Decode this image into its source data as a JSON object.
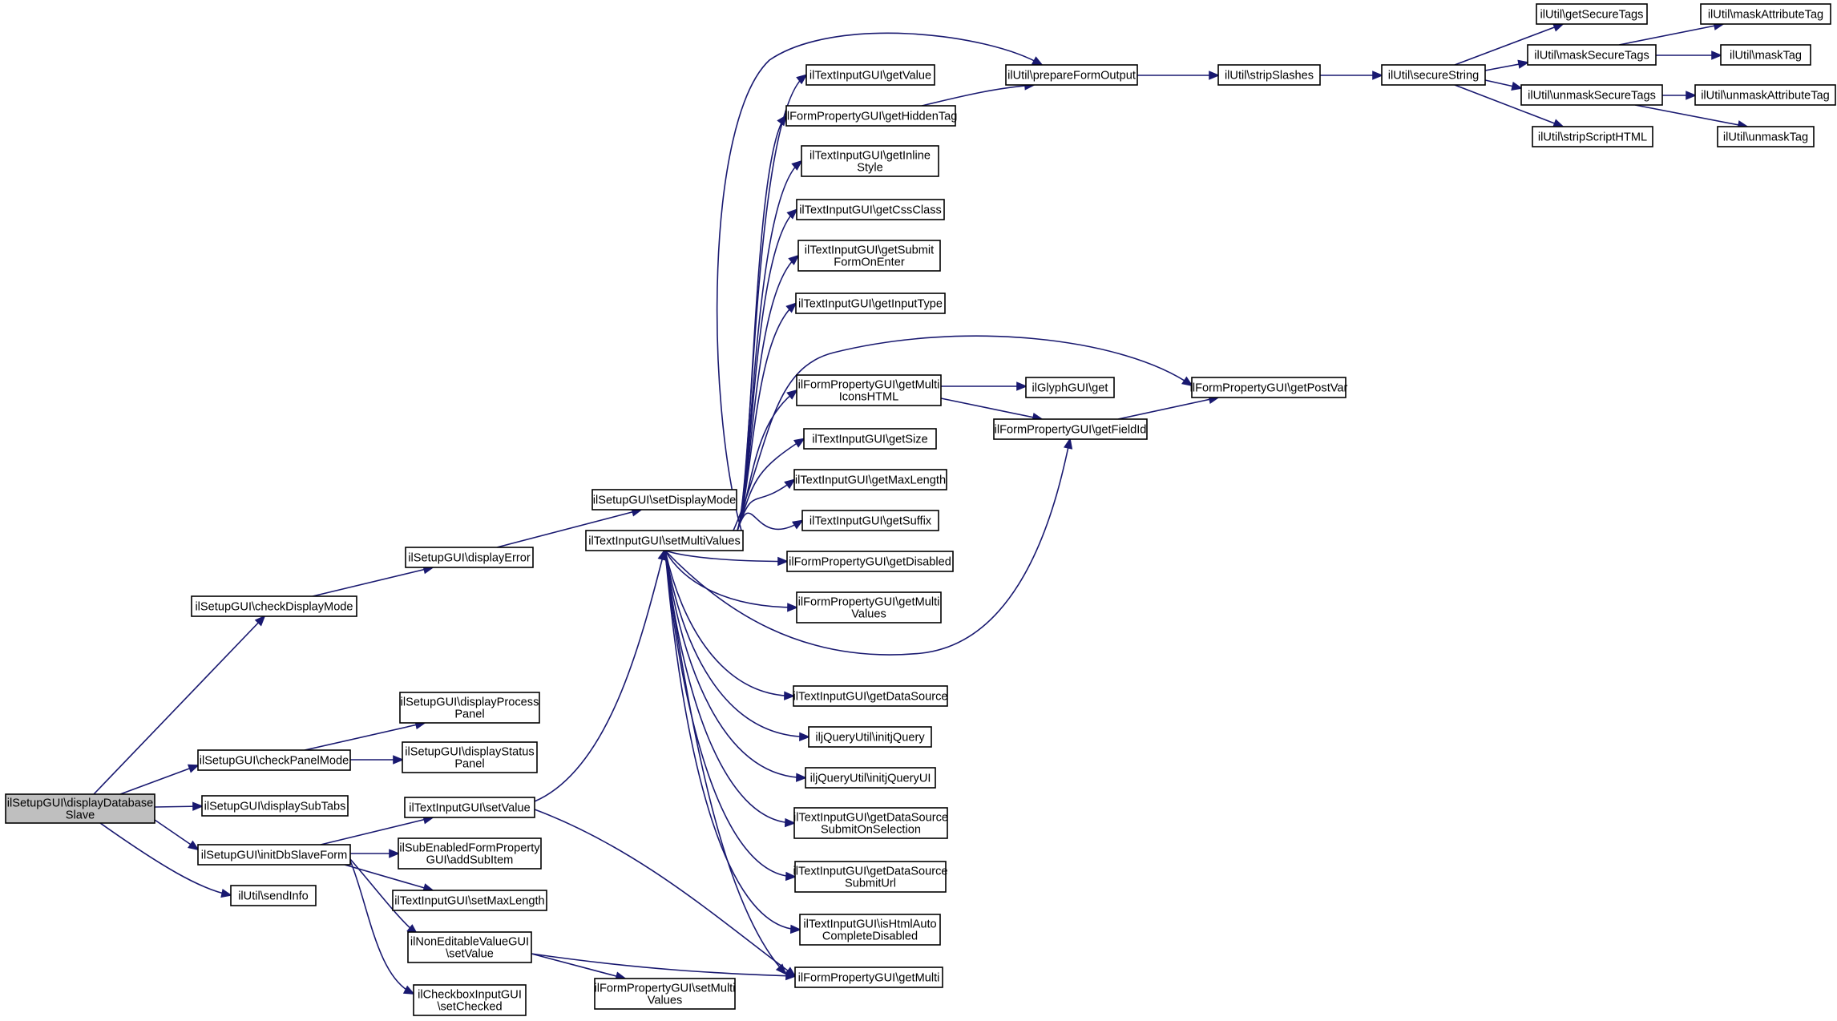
{
  "nodes": [
    {
      "id": "root",
      "lines": [
        "ilSetupGUI\\displayDatabase",
        "Slave"
      ],
      "root": true
    },
    {
      "id": "checkDisplayMode",
      "lines": [
        "ilSetupGUI\\checkDisplayMode"
      ]
    },
    {
      "id": "checkPanelMode",
      "lines": [
        "ilSetupGUI\\checkPanelMode"
      ]
    },
    {
      "id": "displaySubTabs",
      "lines": [
        "ilSetupGUI\\displaySubTabs"
      ]
    },
    {
      "id": "initDbSlaveForm",
      "lines": [
        "ilSetupGUI\\initDbSlaveForm"
      ]
    },
    {
      "id": "sendInfo",
      "lines": [
        "ilUtil\\sendInfo"
      ]
    },
    {
      "id": "displayError",
      "lines": [
        "ilSetupGUI\\displayError"
      ]
    },
    {
      "id": "displayProcessPanel",
      "lines": [
        "ilSetupGUI\\displayProcess",
        "Panel"
      ]
    },
    {
      "id": "displayStatusPanel",
      "lines": [
        "ilSetupGUI\\displayStatus",
        "Panel"
      ]
    },
    {
      "id": "textSetValue",
      "lines": [
        "ilTextInputGUI\\setValue"
      ]
    },
    {
      "id": "addSubItem",
      "lines": [
        "ilSubEnabledFormProperty",
        "GUI\\addSubItem"
      ]
    },
    {
      "id": "setMaxLength",
      "lines": [
        "ilTextInputGUI\\setMaxLength"
      ]
    },
    {
      "id": "nonEditSetValue",
      "lines": [
        "ilNonEditableValueGUI",
        "\\setValue"
      ]
    },
    {
      "id": "setChecked",
      "lines": [
        "ilCheckboxInputGUI",
        "\\setChecked"
      ]
    },
    {
      "id": "setDisplayMode",
      "lines": [
        "ilSetupGUI\\setDisplayMode"
      ]
    },
    {
      "id": "setMultiValues",
      "lines": [
        "ilTextInputGUI\\setMultiValues"
      ]
    },
    {
      "id": "fpSetMultiValues",
      "lines": [
        "ilFormPropertyGUI\\setMulti",
        "Values"
      ]
    },
    {
      "id": "getValue",
      "lines": [
        "ilTextInputGUI\\getValue"
      ]
    },
    {
      "id": "getHiddenTag",
      "lines": [
        "ilFormPropertyGUI\\getHiddenTag"
      ]
    },
    {
      "id": "getInlineStyle",
      "lines": [
        "ilTextInputGUI\\getInline",
        "Style"
      ]
    },
    {
      "id": "getCssClass",
      "lines": [
        "ilTextInputGUI\\getCssClass"
      ]
    },
    {
      "id": "getSubmitFormOnEnter",
      "lines": [
        "ilTextInputGUI\\getSubmit",
        "FormOnEnter"
      ]
    },
    {
      "id": "getInputType",
      "lines": [
        "ilTextInputGUI\\getInputType"
      ]
    },
    {
      "id": "getMultiIconsHTML",
      "lines": [
        "ilFormPropertyGUI\\getMulti",
        "IconsHTML"
      ]
    },
    {
      "id": "getSize",
      "lines": [
        "ilTextInputGUI\\getSize"
      ]
    },
    {
      "id": "getMaxLength",
      "lines": [
        "ilTextInputGUI\\getMaxLength"
      ]
    },
    {
      "id": "getSuffix",
      "lines": [
        "ilTextInputGUI\\getSuffix"
      ]
    },
    {
      "id": "getDisabled",
      "lines": [
        "ilFormPropertyGUI\\getDisabled"
      ]
    },
    {
      "id": "getMultiValues",
      "lines": [
        "ilFormPropertyGUI\\getMulti",
        "Values"
      ]
    },
    {
      "id": "getDataSource",
      "lines": [
        "ilTextInputGUI\\getDataSource"
      ]
    },
    {
      "id": "initjQuery",
      "lines": [
        "iljQueryUtil\\initjQuery"
      ]
    },
    {
      "id": "initjQueryUI",
      "lines": [
        "iljQueryUtil\\initjQueryUI"
      ]
    },
    {
      "id": "getDataSourceSubmitOnSelection",
      "lines": [
        "ilTextInputGUI\\getDataSource",
        "SubmitOnSelection"
      ]
    },
    {
      "id": "getDataSourceSubmitUrl",
      "lines": [
        "ilTextInputGUI\\getDataSource",
        "SubmitUrl"
      ]
    },
    {
      "id": "isHtmlAutoCompleteDisabled",
      "lines": [
        "ilTextInputGUI\\isHtmlAuto",
        "CompleteDisabled"
      ]
    },
    {
      "id": "getMulti",
      "lines": [
        "ilFormPropertyGUI\\getMulti"
      ]
    },
    {
      "id": "prepareFormOutput",
      "lines": [
        "ilUtil\\prepareFormOutput"
      ]
    },
    {
      "id": "glyphGet",
      "lines": [
        "ilGlyphGUI\\get"
      ]
    },
    {
      "id": "getFieldId",
      "lines": [
        "ilFormPropertyGUI\\getFieldId"
      ]
    },
    {
      "id": "getPostVar",
      "lines": [
        "ilFormPropertyGUI\\getPostVar"
      ]
    },
    {
      "id": "stripSlashes",
      "lines": [
        "ilUtil\\stripSlashes"
      ]
    },
    {
      "id": "secureString",
      "lines": [
        "ilUtil\\secureString"
      ]
    },
    {
      "id": "getSecureTags",
      "lines": [
        "ilUtil\\getSecureTags"
      ]
    },
    {
      "id": "maskSecureTags",
      "lines": [
        "ilUtil\\maskSecureTags"
      ]
    },
    {
      "id": "unmaskSecureTags",
      "lines": [
        "ilUtil\\unmaskSecureTags"
      ]
    },
    {
      "id": "stripScriptHTML",
      "lines": [
        "ilUtil\\stripScriptHTML"
      ]
    },
    {
      "id": "maskAttributeTag",
      "lines": [
        "ilUtil\\maskAttributeTag"
      ]
    },
    {
      "id": "maskTag",
      "lines": [
        "ilUtil\\maskTag"
      ]
    },
    {
      "id": "unmaskAttributeTag",
      "lines": [
        "ilUtil\\unmaskAttributeTag"
      ]
    },
    {
      "id": "unmaskTag",
      "lines": [
        "ilUtil\\unmaskTag"
      ]
    }
  ],
  "edges": [
    [
      "root",
      "checkDisplayMode"
    ],
    [
      "root",
      "checkPanelMode"
    ],
    [
      "root",
      "displaySubTabs"
    ],
    [
      "root",
      "initDbSlaveForm"
    ],
    [
      "root",
      "sendInfo"
    ],
    [
      "checkDisplayMode",
      "displayError"
    ],
    [
      "displayError",
      "setDisplayMode"
    ],
    [
      "checkPanelMode",
      "displayProcessPanel"
    ],
    [
      "checkPanelMode",
      "displayStatusPanel"
    ],
    [
      "initDbSlaveForm",
      "textSetValue"
    ],
    [
      "initDbSlaveForm",
      "addSubItem"
    ],
    [
      "initDbSlaveForm",
      "setMaxLength"
    ],
    [
      "initDbSlaveForm",
      "nonEditSetValue"
    ],
    [
      "initDbSlaveForm",
      "setChecked"
    ],
    [
      "textSetValue",
      "setMultiValues"
    ],
    [
      "textSetValue",
      "getMulti"
    ],
    [
      "nonEditSetValue",
      "getMulti"
    ],
    [
      "nonEditSetValue",
      "fpSetMultiValues"
    ],
    [
      "setMultiValues",
      "prepareFormOutput"
    ],
    [
      "setMultiValues",
      "getValue"
    ],
    [
      "setMultiValues",
      "getHiddenTag"
    ],
    [
      "setMultiValues",
      "getInlineStyle"
    ],
    [
      "setMultiValues",
      "getCssClass"
    ],
    [
      "setMultiValues",
      "getSubmitFormOnEnter"
    ],
    [
      "setMultiValues",
      "getInputType"
    ],
    [
      "setMultiValues",
      "getPostVar"
    ],
    [
      "setMultiValues",
      "getMultiIconsHTML"
    ],
    [
      "setMultiValues",
      "getSize"
    ],
    [
      "setMultiValues",
      "getMaxLength"
    ],
    [
      "setMultiValues",
      "getSuffix"
    ],
    [
      "setMultiValues",
      "getDisabled"
    ],
    [
      "setMultiValues",
      "getMultiValues"
    ],
    [
      "setMultiValues",
      "getFieldId"
    ],
    [
      "setMultiValues",
      "getDataSource"
    ],
    [
      "setMultiValues",
      "initjQuery"
    ],
    [
      "setMultiValues",
      "initjQueryUI"
    ],
    [
      "setMultiValues",
      "getDataSourceSubmitOnSelection"
    ],
    [
      "setMultiValues",
      "getDataSourceSubmitUrl"
    ],
    [
      "setMultiValues",
      "isHtmlAutoCompleteDisabled"
    ],
    [
      "setMultiValues",
      "getMulti"
    ],
    [
      "getHiddenTag",
      "prepareFormOutput"
    ],
    [
      "getMultiIconsHTML",
      "glyphGet"
    ],
    [
      "getMultiIconsHTML",
      "getFieldId"
    ],
    [
      "getFieldId",
      "getPostVar"
    ],
    [
      "prepareFormOutput",
      "stripSlashes"
    ],
    [
      "stripSlashes",
      "secureString"
    ],
    [
      "secureString",
      "getSecureTags"
    ],
    [
      "secureString",
      "maskSecureTags"
    ],
    [
      "secureString",
      "unmaskSecureTags"
    ],
    [
      "secureString",
      "stripScriptHTML"
    ],
    [
      "maskSecureTags",
      "maskAttributeTag"
    ],
    [
      "maskSecureTags",
      "maskTag"
    ],
    [
      "unmaskSecureTags",
      "unmaskAttributeTag"
    ],
    [
      "unmaskSecureTags",
      "unmaskTag"
    ]
  ]
}
